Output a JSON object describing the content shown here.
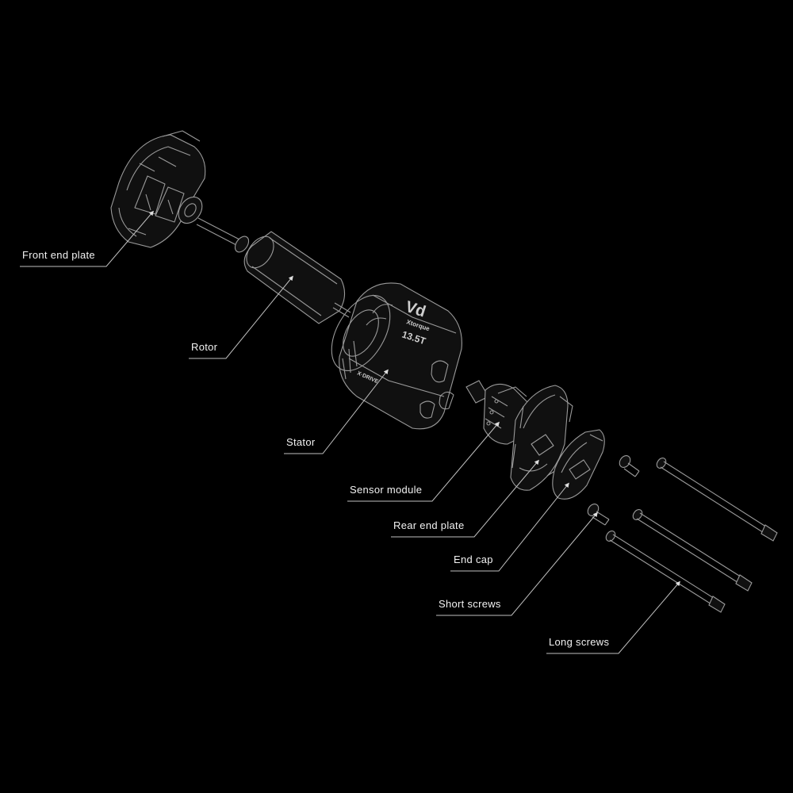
{
  "colors": {
    "background": "#000000",
    "line": "#bfbfbf",
    "text": "#f2f2f2"
  },
  "stator_print": {
    "logo": "Vd",
    "subtitle": "Xtorque",
    "turns": "13.5T",
    "band": "X·DRIVE"
  },
  "labels": {
    "front_end_plate": "Front end plate",
    "rotor": "Rotor",
    "stator": "Stator",
    "sensor_module": "Sensor module",
    "rear_end_plate": "Rear end plate",
    "end_cap": "End cap",
    "short_screws": "Short screws",
    "long_screws": "Long screws"
  }
}
